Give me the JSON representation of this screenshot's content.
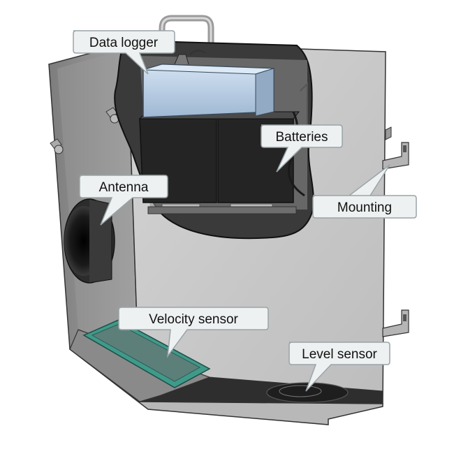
{
  "callouts": {
    "data_logger": "Data logger",
    "batteries": "Batteries",
    "antenna": "Antenna",
    "mounting": "Mounting",
    "velocity_sensor": "Velocity sensor",
    "level_sensor": "Level sensor"
  },
  "colors": {
    "panel": "#c9c9c9",
    "panel_dark": "#8f8f8f",
    "interior": "#2b2b2b",
    "logger": "#b9cfe6",
    "sensor_pad": "#3f9a8a",
    "callout_fill": "#eef1f2",
    "callout_stroke": "#9aa4a8"
  }
}
